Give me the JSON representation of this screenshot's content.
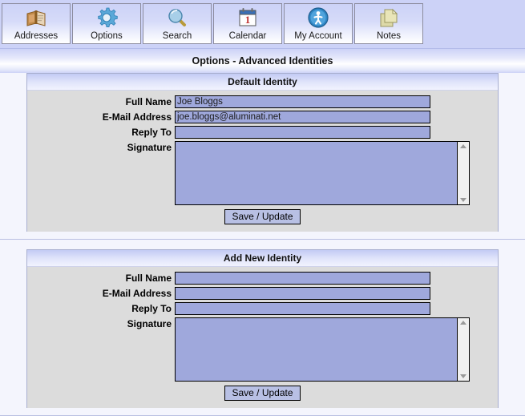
{
  "toolbar": {
    "buttons": [
      {
        "label": "Addresses",
        "icon": "address-book-icon"
      },
      {
        "label": "Options",
        "icon": "gear-icon"
      },
      {
        "label": "Search",
        "icon": "magnifier-icon"
      },
      {
        "label": "Calendar",
        "icon": "calendar-icon"
      },
      {
        "label": "My Account",
        "icon": "person-circle-icon"
      },
      {
        "label": "Notes",
        "icon": "notes-pages-icon"
      }
    ]
  },
  "page": {
    "title": "Options - Advanced Identities"
  },
  "panels": [
    {
      "heading": "Default Identity",
      "fields": {
        "full_name_label": "Full Name",
        "full_name_value": "Joe Bloggs",
        "email_label": "E-Mail Address",
        "email_value": "joe.bloggs@aluminati.net",
        "reply_to_label": "Reply To",
        "reply_to_value": "",
        "signature_label": "Signature",
        "signature_value": ""
      },
      "save_label": "Save / Update"
    },
    {
      "heading": "Add New Identity",
      "fields": {
        "full_name_label": "Full Name",
        "full_name_value": "",
        "email_label": "E-Mail Address",
        "email_value": "",
        "reply_to_label": "Reply To",
        "reply_to_value": "",
        "signature_label": "Signature",
        "signature_value": ""
      },
      "save_label": "Save / Update"
    }
  ],
  "colors": {
    "page_background": "#f4f5fd",
    "toolbar_background": "#ccd2f7",
    "panel_body": "#dcdcdc",
    "field_fill": "#9fa8dc",
    "button_fill": "#b8c0e4"
  }
}
